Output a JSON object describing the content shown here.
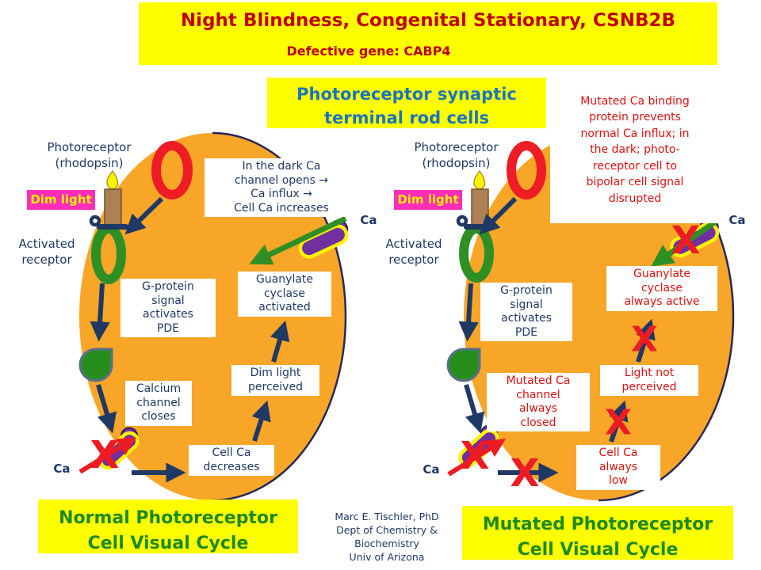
{
  "header": {
    "title": "Night Blindness, Congenital Stationary, CSNB2B",
    "subtitle": "Defective gene: CABP4"
  },
  "section_heading": "Photoreceptor synaptic\nterminal rod cells",
  "mutation_note": "Mutated Ca binding\nprotein prevents\nnormal Ca influx; in\nthe dark; photo-\nreceptor cell to\nbipolar cell signal\ndisrupted",
  "left_cell": {
    "photoreceptor_label": "Photoreceptor\n(rhodopsin)",
    "dim_light_label": "Dim light",
    "activated_receptor_label": "Activated\nreceptor",
    "dark_channel_note": "In the dark Ca\nchannel opens →\nCa influx →\nCell Ca increases",
    "ca_in_label": "Ca",
    "g_protein_box": "G-protein\nsignal\nactivates\nPDE",
    "guanylate_box": "Guanylate\ncyclase\nactivated",
    "calcium_channel_box": "Calcium\nchannel\ncloses",
    "dim_light_perceived_box": "Dim light\nperceived",
    "cell_ca_box": "Cell Ca\ndecreases",
    "ca_out_label": "Ca",
    "banner": "Normal Photoreceptor\nCell Visual Cycle"
  },
  "right_cell": {
    "photoreceptor_label": "Photoreceptor\n(rhodopsin)",
    "dim_light_label": "Dim light",
    "activated_receptor_label": "Activated\nreceptor",
    "ca_in_label": "Ca",
    "g_protein_box": "G-protein\nsignal\nactivates\nPDE",
    "guanylate_box": "Guanylate\ncyclase\nalways active",
    "mutated_channel_box": "Mutated Ca\nchannel\nalways\nclosed",
    "light_not_perceived_box": "Light not\nperceived",
    "cell_ca_box": "Cell Ca\nalways\nlow",
    "ca_out_label": "Ca",
    "banner": "Mutated Photoreceptor\nCell Visual Cycle"
  },
  "credits": "Marc E. Tischler, PhD\nDept of Chemistry &\nBiochemistry\nUniv of Arizona",
  "icons": {
    "x_mark": "X"
  },
  "colors": {
    "banner_yellow": "#FFFF00",
    "title_red": "#C00000",
    "body_red": "#DE1010",
    "heading_blue": "#1B75BC",
    "navy": "#1F3864",
    "cycle_green": "#1D8A1D",
    "shape_green": "#2E8F25",
    "cell_orange": "#F7A628",
    "dim_light_magenta": "#FF2DB7",
    "channel_purple": "#7030A0",
    "x_red": "#ED1C24"
  }
}
